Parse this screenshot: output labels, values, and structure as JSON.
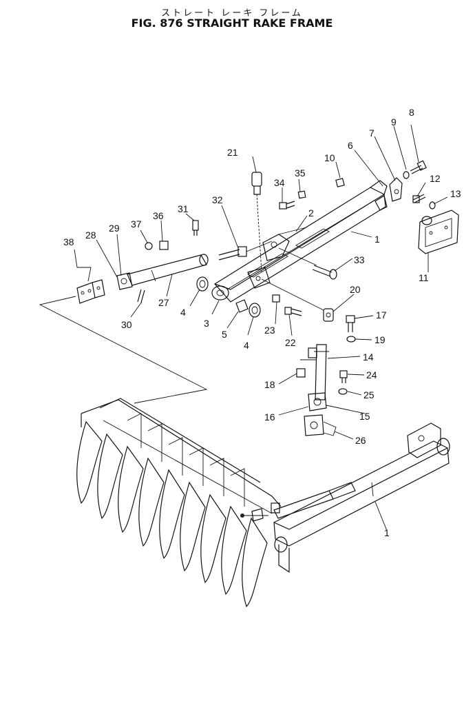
{
  "title": {
    "japanese": "ストレート レーキ フレーム",
    "main": "FIG. 876  STRAIGHT RAKE FRAME"
  },
  "callouts": {
    "c1a": "1",
    "c1b": "1",
    "c2": "2",
    "c3": "3",
    "c4a": "4",
    "c4b": "4",
    "c5": "5",
    "c6": "6",
    "c7": "7",
    "c8": "8",
    "c9": "9",
    "c10": "10",
    "c11": "11",
    "c12": "12",
    "c13": "13",
    "c14": "14",
    "c15": "15",
    "c16": "16",
    "c17": "17",
    "c18": "18",
    "c19": "19",
    "c20": "20",
    "c21": "21",
    "c22": "22",
    "c23": "23",
    "c24": "24",
    "c25": "25",
    "c26": "26",
    "c27": "27",
    "c28": "28",
    "c29": "29",
    "c30": "30",
    "c31": "31",
    "c32": "32",
    "c33": "33",
    "c34": "34",
    "c35": "35",
    "c36": "36",
    "c37": "37",
    "c38": "38"
  }
}
